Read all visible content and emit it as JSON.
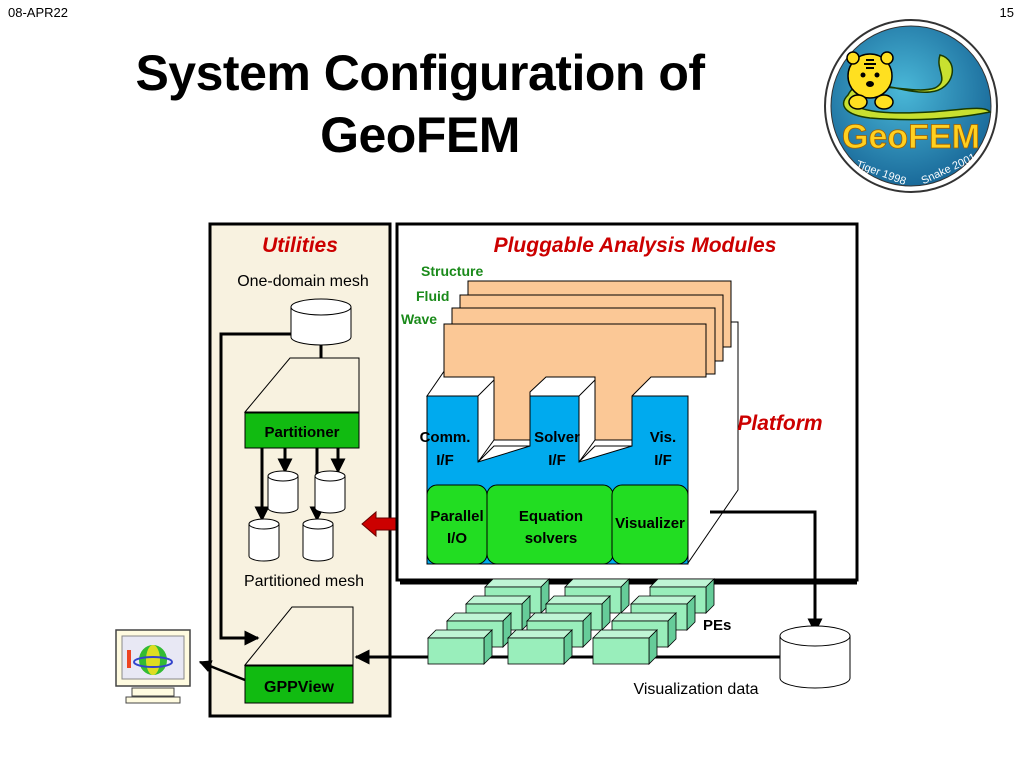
{
  "header": {
    "date": "08-APR22",
    "page_number": "15",
    "title_line1": "System Configuration of",
    "title_line2": "GeoFEM"
  },
  "logo": {
    "name": "GeoFEM",
    "caption_left": "Tiger 1998",
    "caption_right": "Snake 2001"
  },
  "utilities": {
    "heading": "Utilities",
    "one_domain_mesh": "One-domain mesh",
    "partitioner": "Partitioner",
    "partitioned_mesh": "Partitioned mesh",
    "gppview": "GPPView"
  },
  "modules": {
    "heading": "Pluggable Analysis Modules",
    "layers": [
      "Structure",
      "Fluid",
      "Wave"
    ],
    "platform_label": "Platform",
    "interfaces": [
      {
        "line1": "Comm.",
        "line2": "I/F"
      },
      {
        "line1": "Solver",
        "line2": "I/F"
      },
      {
        "line1": "Vis.",
        "line2": "I/F"
      }
    ],
    "components": [
      {
        "line1": "Parallel",
        "line2": "I/O"
      },
      {
        "line1": "Equation",
        "line2": "solvers"
      },
      {
        "line1": "Visualizer",
        "line2": ""
      }
    ]
  },
  "hardware": {
    "pes_label": "PEs",
    "vis_data_label": "Visualization data"
  },
  "colors": {
    "heading_red": "#cc0000",
    "layer_green": "#1a8a1a",
    "utilities_bg": "#f8f2e0",
    "module_fill": "#fbc896",
    "platform_blue": "#00aaee",
    "component_green": "#22dd22",
    "partitioner_green": "#11bb11",
    "pe_fill": "#99eebb"
  }
}
